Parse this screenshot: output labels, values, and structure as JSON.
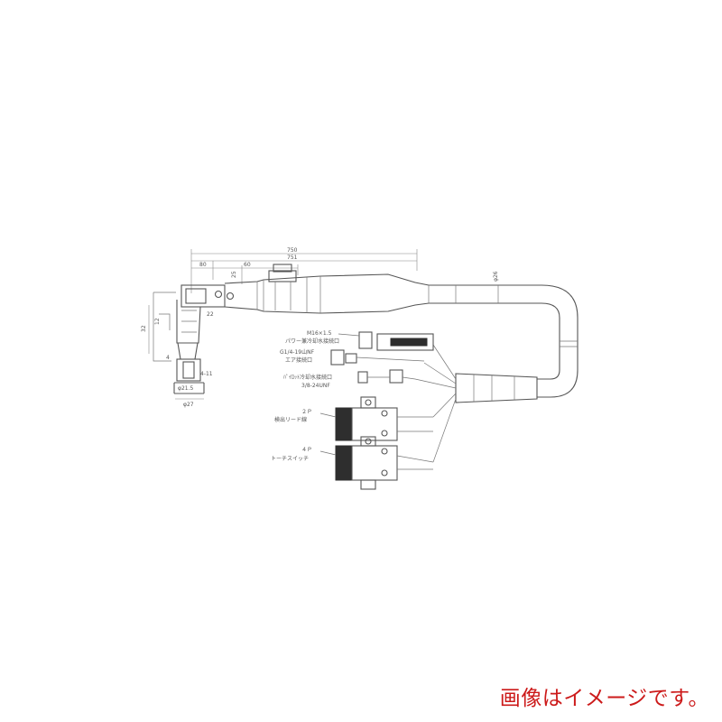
{
  "dimensions": {
    "overall": "750",
    "inner": "751",
    "d1": "80",
    "d2": "60",
    "d3": "25",
    "height_a": "32",
    "height_b": "12",
    "neck_a": "22",
    "neck_b": "4",
    "width_a": "φ21.5",
    "width_b": "φ27",
    "side": "4-11",
    "cable_od": "φ26"
  },
  "connectors": {
    "power_label_1": "M16×1.5",
    "power_label_2": "パワー兼冷却水接続口",
    "air_label_1": "G1/4-19山NF",
    "air_label_2": "エア接続口",
    "water_label_1": "ﾊﾟｲﾛｯﾄ冷却水接続口",
    "water_label_2": "3/8-24UNF",
    "plug_2p_1": "２Ｐ",
    "plug_2p_2": "検出リード線",
    "plug_4p_1": "４Ｐ",
    "plug_4p_2": "トーチスイッチ"
  },
  "caption": "画像はイメージです。",
  "colors": {
    "caption": "#cc1a1a",
    "line": "#555555"
  }
}
